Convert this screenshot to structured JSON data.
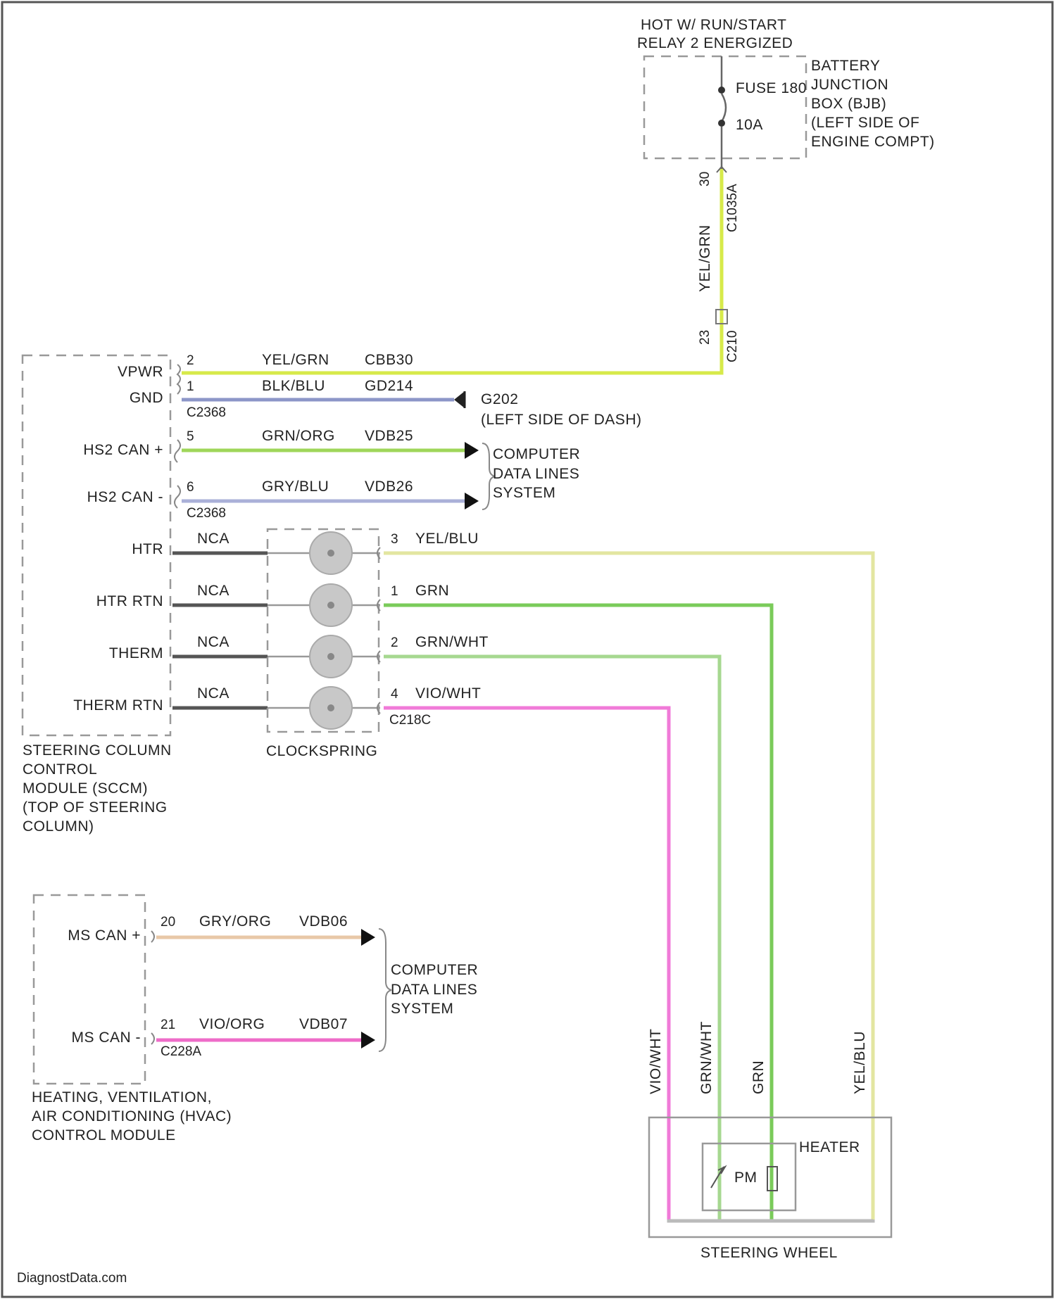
{
  "power": {
    "source": [
      "HOT W/ RUN/START",
      "RELAY 2 ENERGIZED"
    ],
    "fuse": "FUSE 180",
    "fuse_rating": "10A",
    "bjb": [
      "BATTERY",
      "JUNCTION",
      "BOX (BJB)",
      "(LEFT SIDE OF",
      "ENGINE COMPT)"
    ],
    "pin_top": "30",
    "connector_top": "C1035A",
    "wire_color": "YEL/GRN",
    "pin_bottom": "23",
    "connector_bottom": "C210"
  },
  "sccm": {
    "name": [
      "STEERING COLUMN",
      "CONTROL",
      "MODULE (SCCM)",
      "(TOP OF STEERING",
      "COLUMN)"
    ],
    "pins": [
      {
        "label": "VPWR",
        "pin": "2",
        "color": "YEL/GRN",
        "circuit": "CBB30"
      },
      {
        "label": "GND",
        "pin": "1",
        "color": "BLK/BLU",
        "circuit": "GD214"
      },
      {
        "label": "HS2 CAN +",
        "pin": "5",
        "color": "GRN/ORG",
        "circuit": "VDB25"
      },
      {
        "label": "HS2 CAN -",
        "pin": "6",
        "color": "GRY/BLU",
        "circuit": "VDB26"
      },
      {
        "label": "HTR",
        "pin": "",
        "color": "NCA",
        "circuit": ""
      },
      {
        "label": "HTR RTN",
        "pin": "",
        "color": "NCA",
        "circuit": ""
      },
      {
        "label": "THERM",
        "pin": "",
        "color": "NCA",
        "circuit": ""
      },
      {
        "label": "THERM RTN",
        "pin": "",
        "color": "NCA",
        "circuit": ""
      }
    ],
    "connector_gnd": "C2368",
    "connector_can": "C2368",
    "ground_name": "G202",
    "ground_loc": "(LEFT SIDE OF DASH)"
  },
  "cdl1": [
    "COMPUTER",
    "DATA LINES",
    "SYSTEM"
  ],
  "clockspring": {
    "name": "CLOCKSPRING",
    "pins": [
      {
        "pin": "3",
        "color": "YEL/BLU"
      },
      {
        "pin": "1",
        "color": "GRN"
      },
      {
        "pin": "2",
        "color": "GRN/WHT"
      },
      {
        "pin": "4",
        "color": "VIO/WHT"
      }
    ],
    "connector": "C218C"
  },
  "hvac": {
    "name": [
      "HEATING, VENTILATION,",
      "AIR CONDITIONING (HVAC)",
      "CONTROL MODULE"
    ],
    "pins": [
      {
        "label": "MS CAN +",
        "pin": "20",
        "color": "GRY/ORG",
        "circuit": "VDB06"
      },
      {
        "label": "MS CAN -",
        "pin": "21",
        "color": "VIO/ORG",
        "circuit": "VDB07"
      }
    ],
    "connector": "C228A"
  },
  "cdl2": [
    "COMPUTER",
    "DATA LINES",
    "SYSTEM"
  ],
  "wheel": {
    "name": "STEERING WHEEL",
    "heater": "HEATER",
    "pm": "PM",
    "wires": [
      "VIO/WHT",
      "GRN/WHT",
      "GRN",
      "YEL/BLU"
    ]
  },
  "watermark": "DiagnostData.com",
  "colors": {
    "yel_grn": "#d7ea4a",
    "blk_blu": "#8c96c8",
    "grn_org": "#9fd65a",
    "gry_blu": "#aab0d8",
    "nca": "#555555",
    "yel_blu": "#e3e6a0",
    "grn": "#7acb5a",
    "grn_wht": "#a6d890",
    "vio_wht": "#f07ad8",
    "gry_org": "#e8c8a8",
    "vio_org": "#ee6cc8"
  }
}
